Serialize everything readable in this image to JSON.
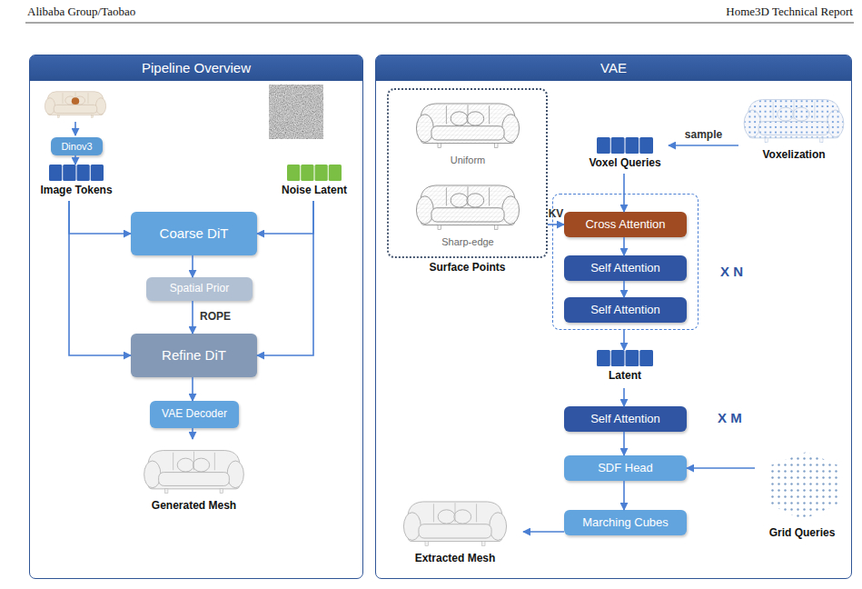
{
  "diagram": {
    "nodes": [
      {
        "text": [
          "Pipeline Overview"
        ]
      },
      {
        "text": [
          "Dinov3"
        ],
        "in": 0
      },
      {
        "text": [
          "Image Tokens"
        ],
        "in": 0
      },
      {
        "text": [
          "Noise Latent"
        ],
        "in": 0
      },
      {
        "text": [
          "Coarse DiT"
        ],
        "in": 0
      },
      {
        "text": [
          "Spatial Prior"
        ],
        "in": 0
      },
      {
        "text": [
          "Refine DiT"
        ],
        "in": 0
      },
      {
        "text": [
          "VAE Decoder"
        ],
        "in": 0
      },
      {
        "text": [
          "Generated Mesh"
        ],
        "in": 0
      },
      {
        "text": [
          "VAE"
        ]
      },
      {
        "text": [
          "Surface Points"
        ],
        "in": 9
      },
      {
        "text": [
          "Uniform"
        ],
        "in": 10
      },
      {
        "text": [
          "Sharp-edge"
        ],
        "in": 10
      },
      {
        "text": [
          "Voxel Queries"
        ],
        "in": 9
      },
      {
        "text": [
          "Voxelization"
        ],
        "in": 9
      },
      {
        "text": [
          "X N"
        ],
        "in": 9
      },
      {
        "text": [
          "Cross Attention"
        ],
        "in": 15
      },
      {
        "text": [
          "Self Attention"
        ],
        "in": 15
      },
      {
        "text": [
          "Self Attention"
        ],
        "in": 15
      },
      {
        "text": [
          "Latent"
        ],
        "in": 9
      },
      {
        "text": [
          "Self Attention"
        ],
        "in": 9
      },
      {
        "text": [
          "SDF Head"
        ],
        "in": 9
      },
      {
        "text": [
          "Grid Queries"
        ],
        "in": 9
      },
      {
        "text": [
          "Marching Cubes"
        ],
        "in": 9
      },
      {
        "text": [
          "Extracted Mesh"
        ],
        "in": 9
      }
    ],
    "edges": [
      {
        "from": 1,
        "to": 2,
        "arrow": "to"
      },
      {
        "from": 2,
        "to": 4,
        "arrow": "to"
      },
      {
        "from": 2,
        "to": 6,
        "arrow": "to"
      },
      {
        "from": 3,
        "to": 4,
        "arrow": "to"
      },
      {
        "from": 3,
        "to": 6,
        "arrow": "to"
      },
      {
        "from": 4,
        "to": 5,
        "arrow": "to"
      },
      {
        "from": 5,
        "to": 6,
        "label": "ROPE",
        "arrow": "to"
      },
      {
        "from": 6,
        "to": 7,
        "arrow": "to"
      },
      {
        "from": 7,
        "to": 8,
        "arrow": "to"
      },
      {
        "from": 10,
        "to": 16,
        "label": "KV",
        "arrow": "to"
      },
      {
        "from": 14,
        "to": 13,
        "label": "sample",
        "arrow": "to"
      },
      {
        "from": 13,
        "to": 16,
        "arrow": "to"
      },
      {
        "from": 16,
        "to": 17,
        "arrow": "to"
      },
      {
        "from": 17,
        "to": 18,
        "arrow": "to"
      },
      {
        "from": 15,
        "to": 19,
        "arrow": "to"
      },
      {
        "from": 19,
        "to": 20,
        "arrow": "to"
      },
      {
        "from": 20,
        "to": 21,
        "arrow": "to"
      },
      {
        "from": 22,
        "to": 21,
        "arrow": "to"
      },
      {
        "from": 21,
        "to": 23,
        "arrow": "to"
      },
      {
        "from": 23,
        "to": 24,
        "arrow": "to"
      }
    ],
    "labels": [
      "Alibaba Group/Taobao",
      "Home3D Technical Report",
      "X M"
    ]
  }
}
